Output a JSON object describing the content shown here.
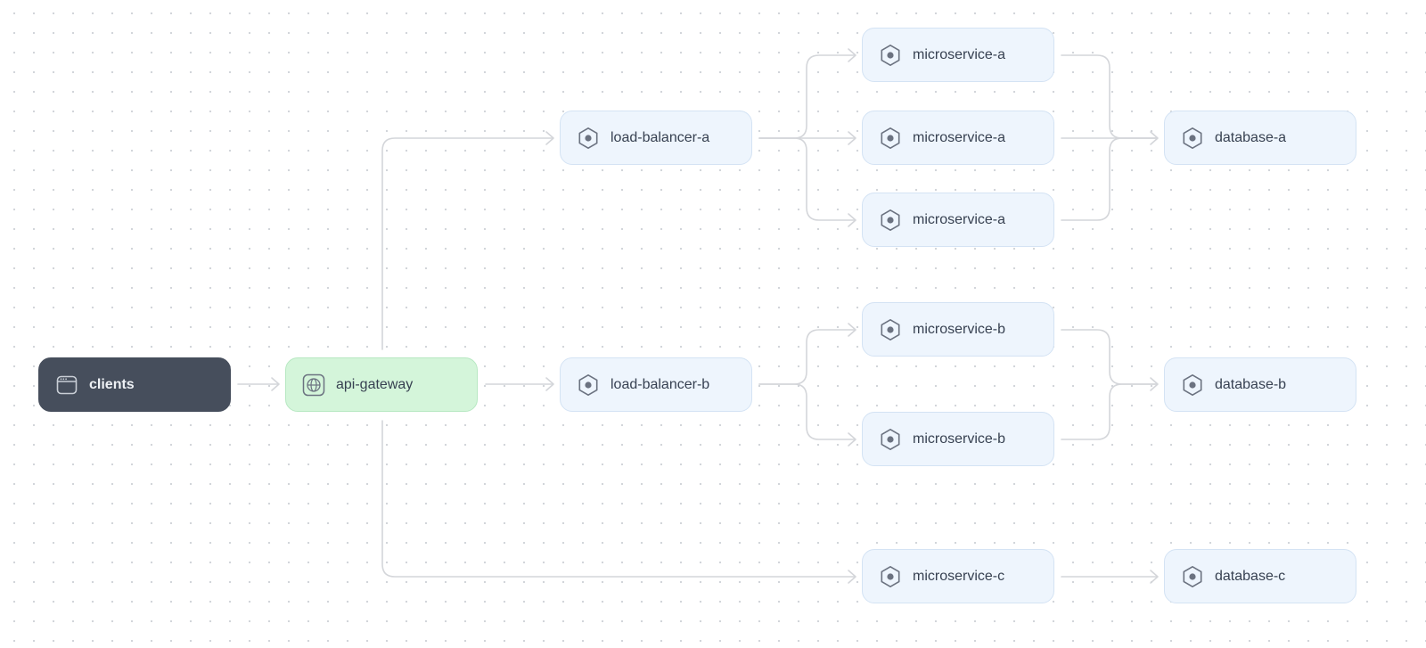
{
  "nodes": {
    "clients": {
      "label": "clients",
      "icon": "browser-window-icon"
    },
    "api_gateway": {
      "label": "api-gateway",
      "icon": "globe-icon"
    },
    "load_balancer_a": {
      "label": "load-balancer-a",
      "icon": "hexagon-icon"
    },
    "load_balancer_b": {
      "label": "load-balancer-b",
      "icon": "hexagon-icon"
    },
    "microservice_a_1": {
      "label": "microservice-a",
      "icon": "hexagon-icon"
    },
    "microservice_a_2": {
      "label": "microservice-a",
      "icon": "hexagon-icon"
    },
    "microservice_a_3": {
      "label": "microservice-a",
      "icon": "hexagon-icon"
    },
    "microservice_b_1": {
      "label": "microservice-b",
      "icon": "hexagon-icon"
    },
    "microservice_b_2": {
      "label": "microservice-b",
      "icon": "hexagon-icon"
    },
    "microservice_c": {
      "label": "microservice-c",
      "icon": "hexagon-icon"
    },
    "database_a": {
      "label": "database-a",
      "icon": "hexagon-icon"
    },
    "database_b": {
      "label": "database-b",
      "icon": "hexagon-icon"
    },
    "database_c": {
      "label": "database-c",
      "icon": "hexagon-icon"
    }
  },
  "edges": [
    {
      "from": "clients",
      "to": "api-gateway"
    },
    {
      "from": "api-gateway",
      "to": "load-balancer-a"
    },
    {
      "from": "api-gateway",
      "to": "load-balancer-b"
    },
    {
      "from": "api-gateway",
      "to": "microservice-c"
    },
    {
      "from": "load-balancer-a",
      "to": "microservice-a"
    },
    {
      "from": "load-balancer-a",
      "to": "microservice-a"
    },
    {
      "from": "load-balancer-a",
      "to": "microservice-a"
    },
    {
      "from": "load-balancer-b",
      "to": "microservice-b"
    },
    {
      "from": "load-balancer-b",
      "to": "microservice-b"
    },
    {
      "from": "microservice-a",
      "to": "database-a"
    },
    {
      "from": "microservice-a",
      "to": "database-a"
    },
    {
      "from": "microservice-a",
      "to": "database-a"
    },
    {
      "from": "microservice-b",
      "to": "database-b"
    },
    {
      "from": "microservice-b",
      "to": "database-b"
    },
    {
      "from": "microservice-c",
      "to": "database-c"
    }
  ],
  "colors": {
    "edge": "#d4d6da",
    "node_fill": "#eef5fd",
    "node_border": "#d4e3f4",
    "clients_fill": "#464e5c",
    "gateway_fill": "#d4f5da",
    "icon": "#6b7280"
  }
}
